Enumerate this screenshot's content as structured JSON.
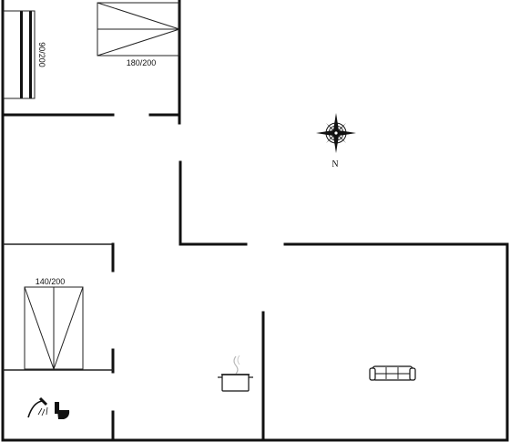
{
  "labels": {
    "single_bed": "90/200",
    "top_double_bed": "180/200",
    "bottom_double_bed": "140/200",
    "compass_north": "N"
  },
  "icons": {
    "compass": "compass-rose-icon",
    "shower": "shower-icon",
    "toilet": "toilet-icon",
    "cooking_pot": "cooking-pot-icon",
    "sofa": "sofa-icon"
  }
}
